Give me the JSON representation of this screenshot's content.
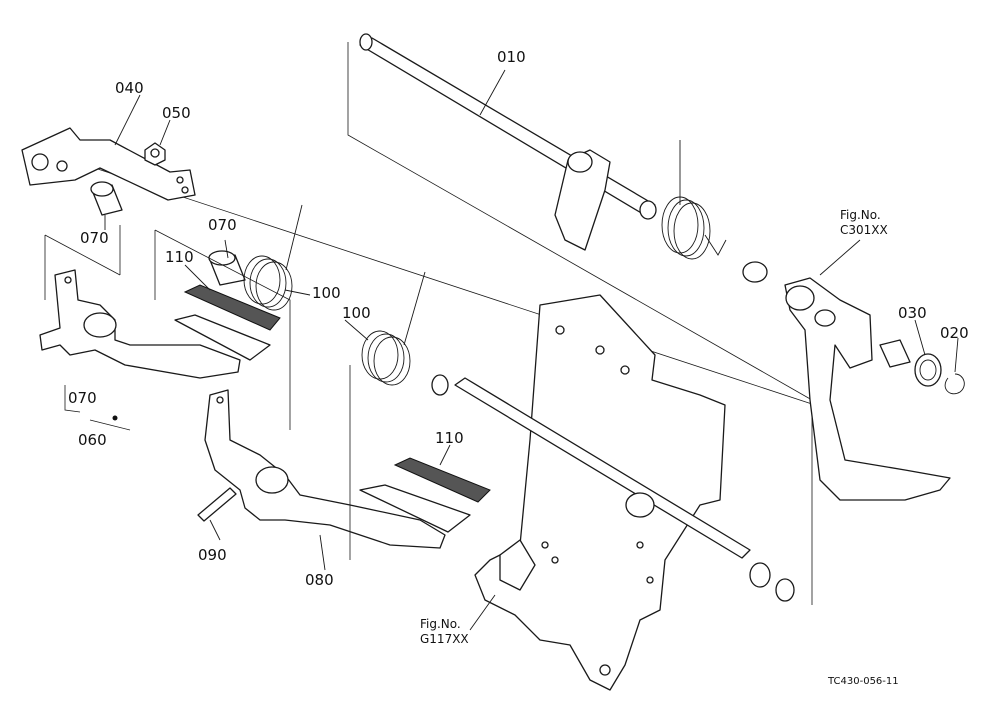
{
  "labels": {
    "p010": "010",
    "p020": "020",
    "p030": "030",
    "p040": "040",
    "p050": "050",
    "p060": "060",
    "p070a": "070",
    "p070b": "070",
    "p070c": "070",
    "p080": "080",
    "p090": "090",
    "p100a": "100",
    "p100b": "100",
    "p110a": "110",
    "p110b": "110"
  },
  "refs": {
    "c301_line1": "Fig.No.",
    "c301_line2": "C301XX",
    "g117_line1": "Fig.No.",
    "g117_line2": "G117XX"
  },
  "drawing_code": "TC430-056-11"
}
